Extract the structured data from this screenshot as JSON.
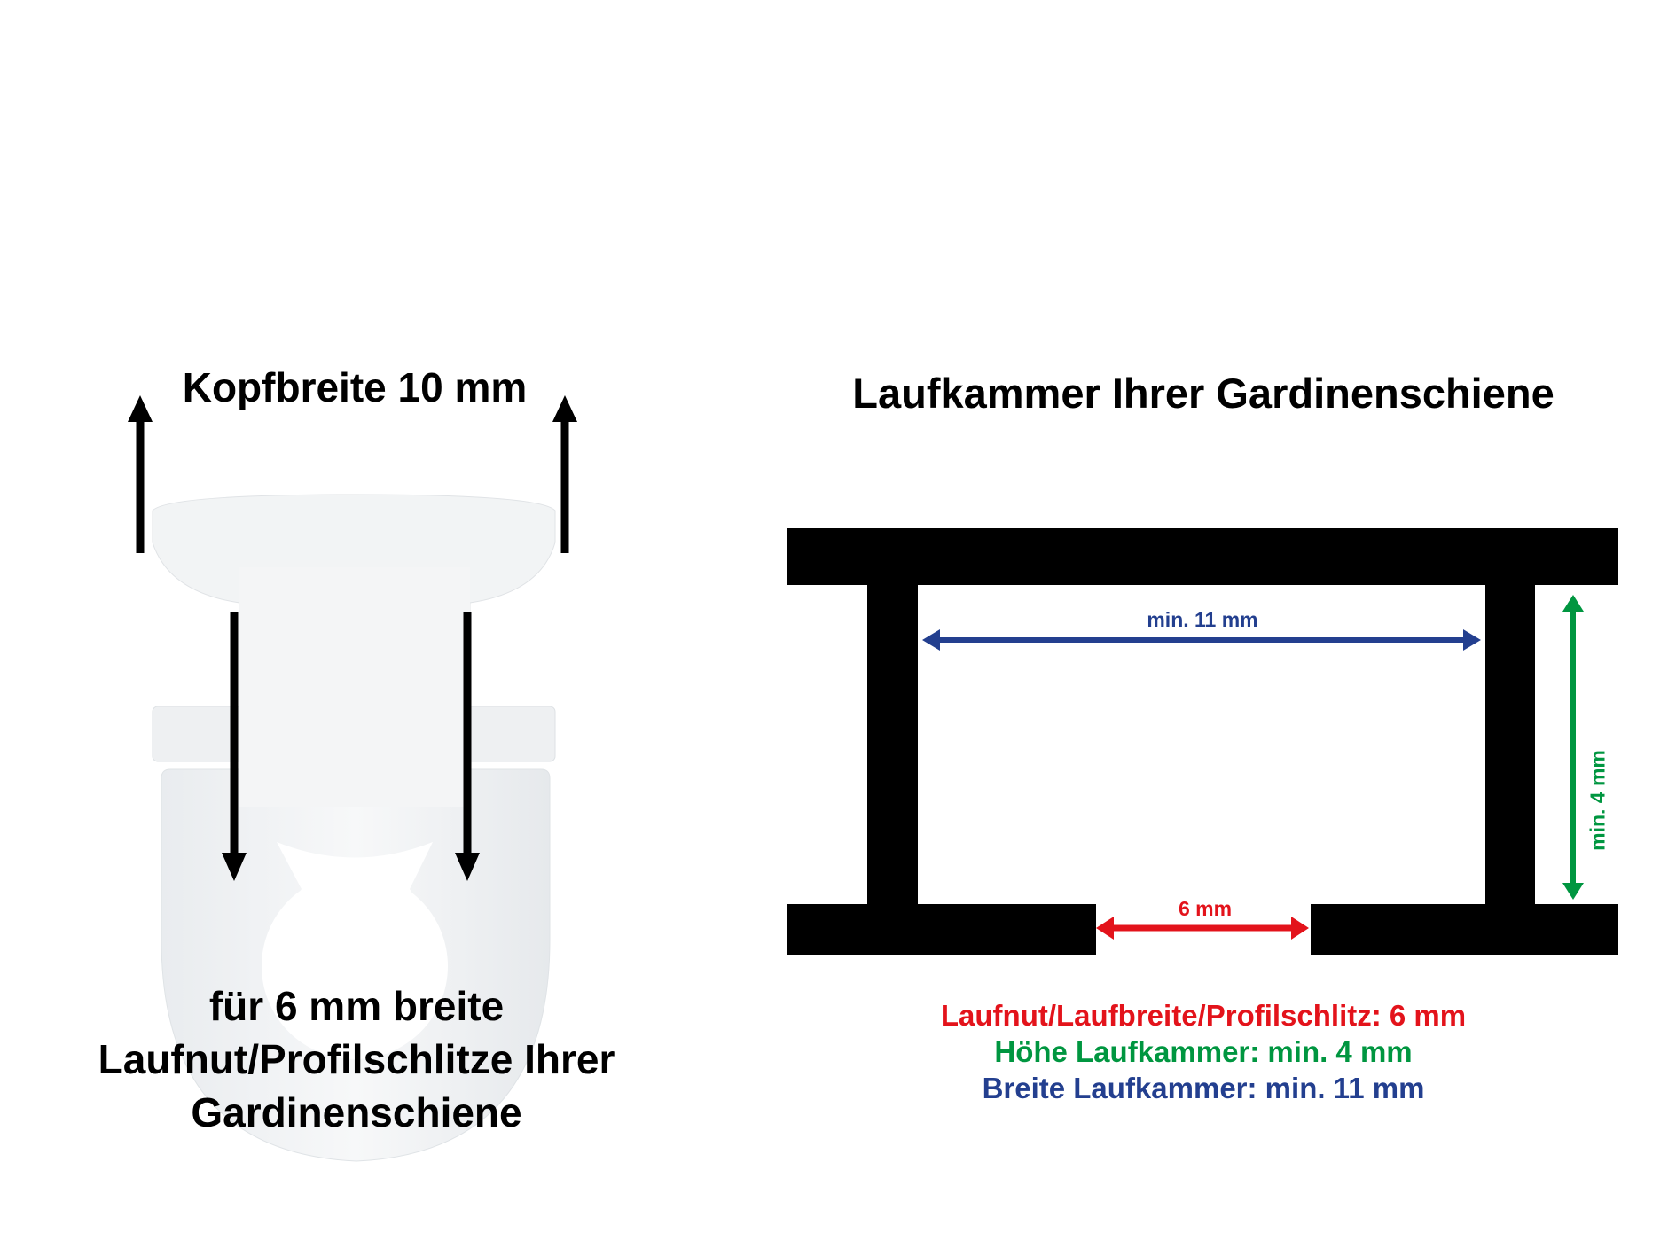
{
  "left": {
    "head_label": "Kopfbreite 10 mm",
    "caption_lines": [
      "für 6 mm breite",
      "Laufnut/Profilschlitze Ihrer",
      "Gardinenschiene"
    ]
  },
  "right": {
    "title": "Laufkammer Ihrer Gardinenschiene",
    "width_label": "min. 11 mm",
    "height_label": "min. 4 mm",
    "slot_label": "6 mm",
    "legend": [
      {
        "text": "Laufnut/Laufbreite/Profilschlitz: 6 mm",
        "color": "#e3131b"
      },
      {
        "text": "Höhe Laufkammer: min. 4 mm",
        "color": "#009640"
      },
      {
        "text": "Breite Laufkammer: min. 11 mm",
        "color": "#233f8f"
      }
    ]
  },
  "colors": {
    "blue": "#233f8f",
    "green": "#009640",
    "red": "#e3131b",
    "black": "#000000"
  }
}
